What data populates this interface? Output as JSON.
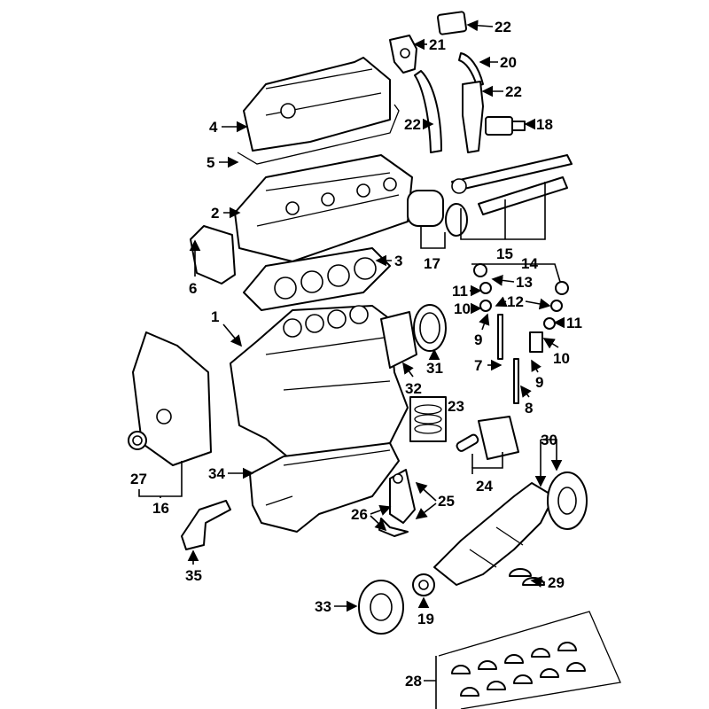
{
  "diagram": {
    "title": "Engine exploded parts diagram",
    "callouts": [
      {
        "id": "c22a",
        "label": "22"
      },
      {
        "id": "c21",
        "label": "21"
      },
      {
        "id": "c20",
        "label": "20"
      },
      {
        "id": "c22b",
        "label": "22"
      },
      {
        "id": "c18",
        "label": "18"
      },
      {
        "id": "c22c",
        "label": "22"
      },
      {
        "id": "c4",
        "label": "4"
      },
      {
        "id": "c5",
        "label": "5"
      },
      {
        "id": "c2",
        "label": "2"
      },
      {
        "id": "c15",
        "label": "15"
      },
      {
        "id": "c17",
        "label": "17"
      },
      {
        "id": "c3",
        "label": "3"
      },
      {
        "id": "c14",
        "label": "14"
      },
      {
        "id": "c6",
        "label": "6"
      },
      {
        "id": "c13",
        "label": "13"
      },
      {
        "id": "c11a",
        "label": "11"
      },
      {
        "id": "c12",
        "label": "12"
      },
      {
        "id": "c10a",
        "label": "10"
      },
      {
        "id": "c11b",
        "label": "11"
      },
      {
        "id": "c1",
        "label": "1"
      },
      {
        "id": "c9a",
        "label": "9"
      },
      {
        "id": "c10b",
        "label": "10"
      },
      {
        "id": "c7",
        "label": "7"
      },
      {
        "id": "c31",
        "label": "31"
      },
      {
        "id": "c9b",
        "label": "9"
      },
      {
        "id": "c32",
        "label": "32"
      },
      {
        "id": "c8",
        "label": "8"
      },
      {
        "id": "c23",
        "label": "23"
      },
      {
        "id": "c30",
        "label": "30"
      },
      {
        "id": "c34",
        "label": "34"
      },
      {
        "id": "c27",
        "label": "27"
      },
      {
        "id": "c24",
        "label": "24"
      },
      {
        "id": "c25",
        "label": "25"
      },
      {
        "id": "c16",
        "label": "16"
      },
      {
        "id": "c26",
        "label": "26"
      },
      {
        "id": "c35",
        "label": "35"
      },
      {
        "id": "c29",
        "label": "29"
      },
      {
        "id": "c33",
        "label": "33"
      },
      {
        "id": "c19",
        "label": "19"
      },
      {
        "id": "c28",
        "label": "28"
      }
    ]
  }
}
